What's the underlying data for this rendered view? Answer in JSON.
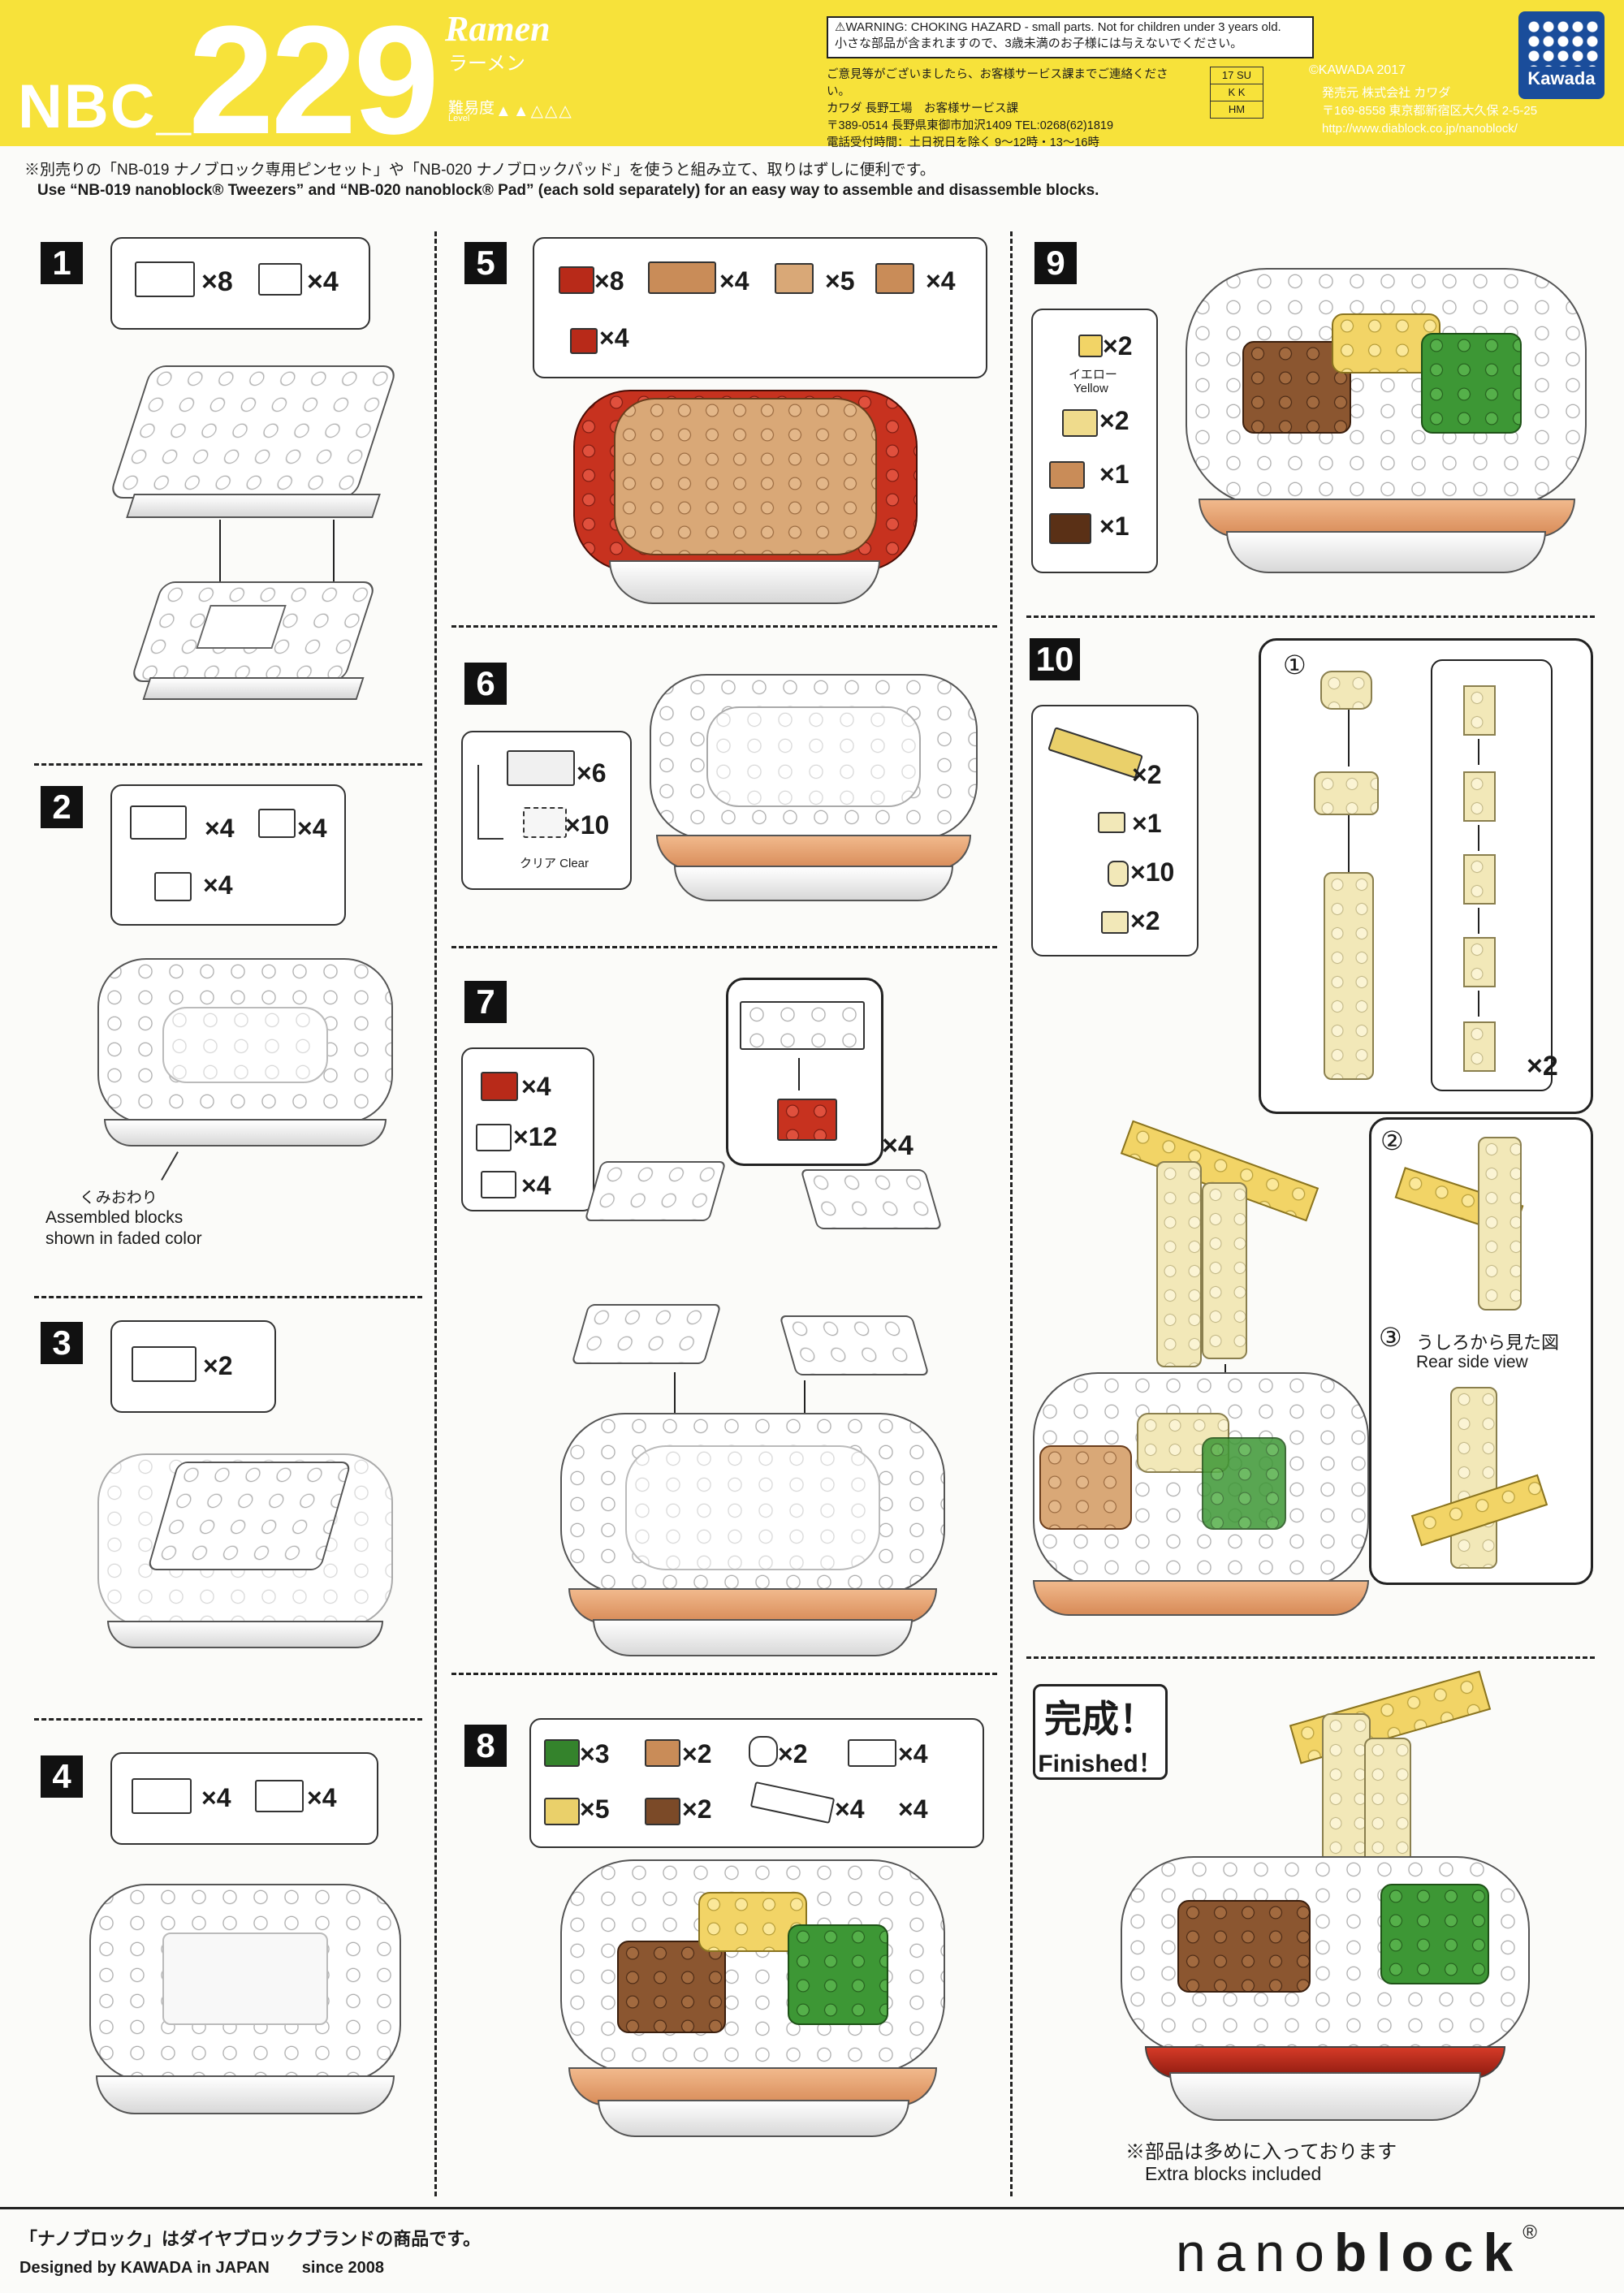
{
  "header": {
    "series": "NBC_",
    "number": "229",
    "title_en": "Ramen",
    "title_jp": "ラーメン",
    "level_jp": "難易度",
    "level_en": "Level",
    "level_icons": "▲▲△△△",
    "warning_line1": "⚠WARNING: CHOKING HAZARD - small parts. Not for children under 3 years old.",
    "warning_line2": "小さな部品が含まれますので、3歳未満のお子様には与えないでください。",
    "contact_line1": "ご意見等がございましたら、お客様サービス課までご連絡ください。",
    "contact_line2": "カワダ 長野工場　お客様サービス課",
    "contact_line3": "〒389-0514 長野県東御市加沢1409 TEL:0268(62)1819",
    "contact_line4": "電話受付時間：土日祝日を除く 9〜12時・13〜16時",
    "codes": [
      "17 SU",
      "K K",
      "HM"
    ],
    "copyright": "©KAWADA 2017",
    "publisher_line1": "発売元 株式会社 カワダ",
    "publisher_line2": "〒169-8558 東京都新宿区大久保 2-5-25",
    "publisher_line3": "http://www.diablock.co.jp/nanoblock/",
    "brand": "Kawada"
  },
  "notes": {
    "jp": "※別売りの「NB-019 ナノブロック専用ピンセット」や「NB-020 ナノブロックパッド」を使うと組み立て、取りはずしに便利です。",
    "en": "Use “NB-019 nanoblock® Tweezers” and “NB-020 nanoblock® Pad” (each sold separately) for an easy way to assemble and disassemble blocks."
  },
  "steps": {
    "s1": {
      "num": "1",
      "parts": [
        "×8",
        "×4"
      ]
    },
    "s2": {
      "num": "2",
      "parts": [
        "×4",
        "×4",
        "×4"
      ],
      "caption_jp": "くみおわり",
      "caption_en1": "Assembled blocks",
      "caption_en2": "shown in faded color"
    },
    "s3": {
      "num": "3",
      "parts": [
        "×2"
      ]
    },
    "s4": {
      "num": "4",
      "parts": [
        "×4",
        "×4"
      ]
    },
    "s5": {
      "num": "5",
      "parts": [
        "×8",
        "×4",
        "×5",
        "×4",
        "×4"
      ]
    },
    "s6": {
      "num": "6",
      "parts": [
        "×6",
        "×10"
      ],
      "clear_label": "クリア Clear"
    },
    "s7": {
      "num": "7",
      "parts": [
        "×4",
        "×12",
        "×4"
      ],
      "sub_qty": "×4"
    },
    "s8": {
      "num": "8",
      "parts": [
        "×3",
        "×2",
        "×2",
        "×4",
        "×5",
        "×2",
        "×4",
        "×4"
      ]
    },
    "s9": {
      "num": "9",
      "parts": [
        "×2",
        "×2",
        "×1",
        "×1"
      ],
      "yellow_jp": "イエロー",
      "yellow_en": "Yellow"
    },
    "s10": {
      "num": "10",
      "parts": [
        "×2",
        "×1",
        "×10",
        "×2"
      ],
      "sub1": "①",
      "sub2": "②",
      "sub3": "③",
      "sub_qty": "×2",
      "rear_jp": "うしろから見た図",
      "rear_en": "Rear side view"
    },
    "finished": {
      "jp": "完成！",
      "en": "Finished！",
      "extra_jp": "※部品は多めに入っております",
      "extra_en": "Extra blocks included"
    }
  },
  "footer": {
    "jp": "「ナノブロック」はダイヤブロックブランドの商品です。",
    "en": "Designed by KAWADA in JAPAN　　since 2008",
    "logo_light": "nano",
    "logo_bold": "block",
    "logo_mark": "®"
  },
  "colors": {
    "header_yellow": "#f7e23a",
    "brand_blue": "#1a4d9b",
    "brick_red": "#b82a19",
    "brick_tan": "#c98c58",
    "brick_brown": "#7b4a28",
    "brick_green": "#34832c",
    "brick_yellow": "#ead06a",
    "brick_cream": "#efe4b2"
  },
  "icons": {
    "warning": "warning-triangle-icon",
    "arrow": "down-arrow-icon"
  }
}
